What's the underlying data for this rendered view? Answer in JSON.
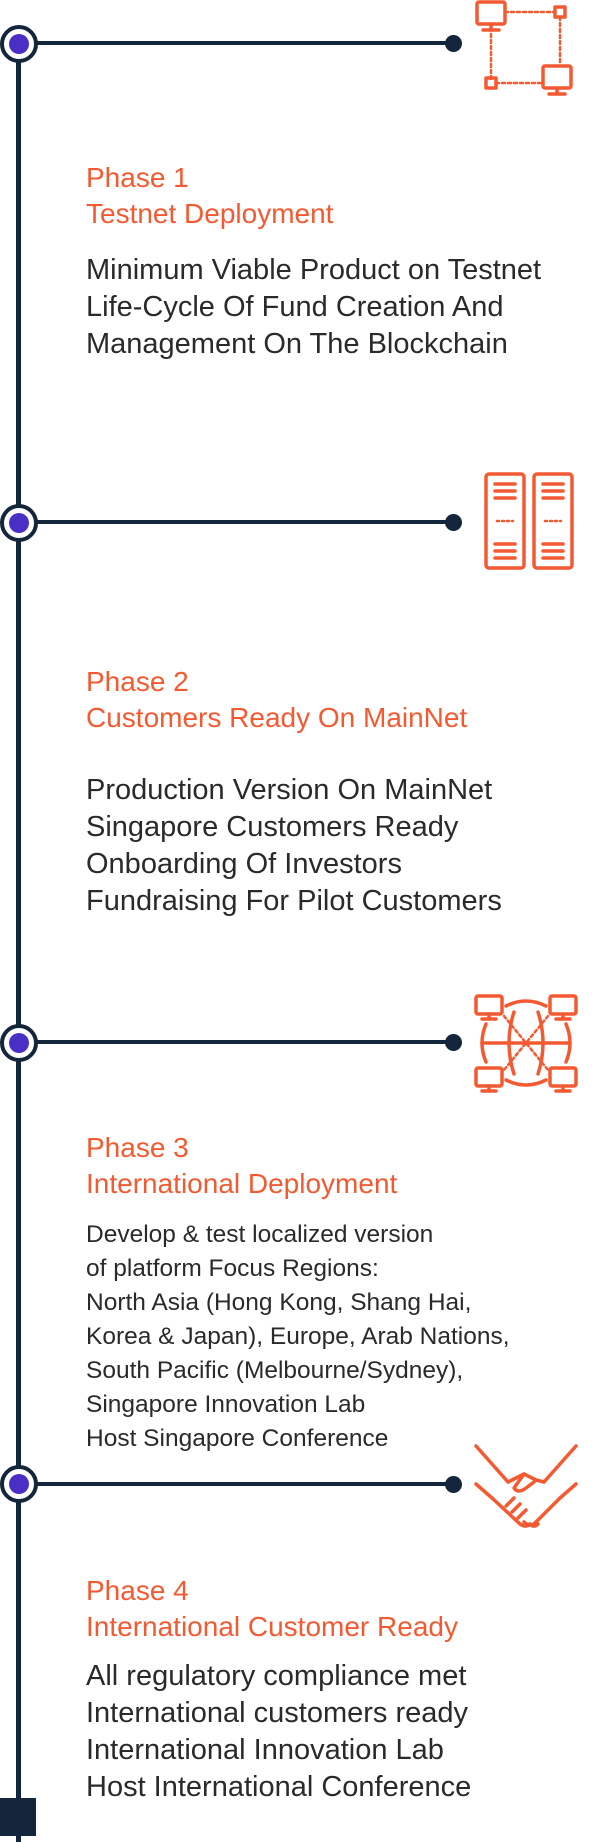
{
  "colors": {
    "accent": "#f45a32",
    "line": "#14263c",
    "node_fill": "#4a2fc7",
    "text": "#2a2a2a"
  },
  "phases": [
    {
      "phase": "Phase 1",
      "title": "Testnet Deployment",
      "icon": "network-computers-icon",
      "items": [
        "Minimum Viable Product on Testnet",
        "Life-Cycle Of Fund Creation And",
        "Management On The Blockchain"
      ]
    },
    {
      "phase": "Phase 2",
      "title": "Customers Ready On MainNet",
      "icon": "server-icon",
      "items": [
        "Production Version On MainNet",
        "Singapore Customers Ready",
        "Onboarding Of Investors",
        "Fundraising For Pilot Customers"
      ]
    },
    {
      "phase": "Phase 3",
      "title": "International Deployment",
      "icon": "global-network-icon",
      "items": [
        "Develop & test localized version",
        "of platform Focus Regions:",
        "North Asia (Hong Kong, Shang Hai,",
        "Korea & Japan), Europe, Arab Nations,",
        "South Pacific (Melbourne/Sydney),",
        "Singapore Innovation Lab",
        "Host Singapore Conference"
      ]
    },
    {
      "phase": "Phase 4",
      "title": "International Customer Ready",
      "icon": "handshake-icon",
      "items": [
        "All regulatory compliance met",
        "International customers ready",
        "International Innovation Lab",
        "Host International Conference"
      ]
    }
  ]
}
